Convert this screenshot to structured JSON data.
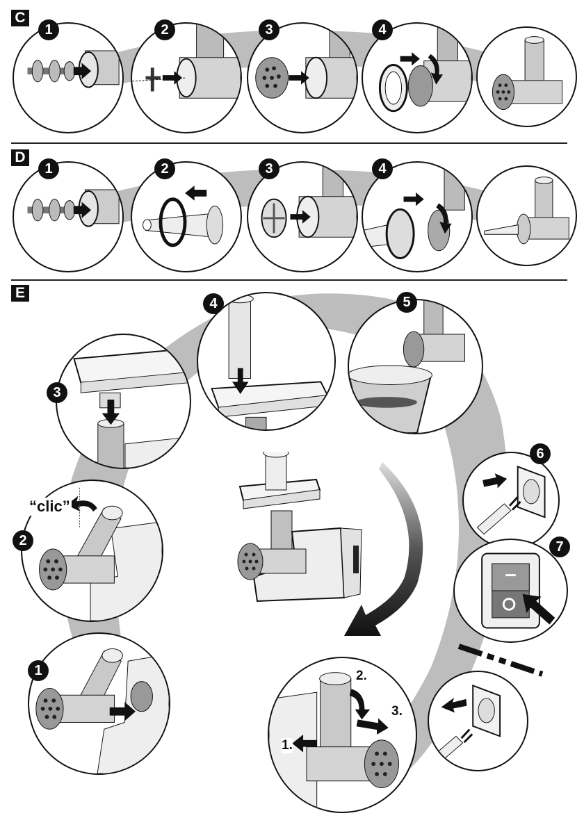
{
  "sections": [
    {
      "id": "C",
      "label": "C",
      "steps": [
        {
          "number": "1",
          "depicts": "insert feed screw into housing"
        },
        {
          "number": "2",
          "depicts": "fit cutting blade on screw shaft"
        },
        {
          "number": "3",
          "depicts": "fit perforated disc"
        },
        {
          "number": "4",
          "depicts": "screw on ring nut"
        },
        {
          "number": "",
          "depicts": "assembled mincer attachment"
        }
      ]
    },
    {
      "id": "D",
      "label": "D",
      "steps": [
        {
          "number": "1",
          "depicts": "insert feed screw into housing"
        },
        {
          "number": "2",
          "depicts": "slide ring nut onto sausage nozzle"
        },
        {
          "number": "3",
          "depicts": "insert spacer into housing"
        },
        {
          "number": "4",
          "depicts": "attach nozzle with ring nut"
        },
        {
          "number": "",
          "depicts": "assembled sausage attachment"
        }
      ]
    },
    {
      "id": "E",
      "label": "E",
      "steps": [
        {
          "number": "1",
          "depicts": "attach housing to motor unit"
        },
        {
          "number": "2",
          "depicts": "rotate housing upright",
          "sound_label": "“clic”"
        },
        {
          "number": "3",
          "depicts": "place filling tray on tube"
        },
        {
          "number": "4",
          "depicts": "insert pusher"
        },
        {
          "number": "5",
          "depicts": "place bowl under outlet"
        },
        {
          "number": "6",
          "depicts": "insert mains plug"
        },
        {
          "number": "7",
          "depicts": "switch on"
        },
        {
          "number": "",
          "depicts": "unplug mains plug"
        }
      ],
      "removal_steps": [
        "1.",
        "2.",
        "3."
      ],
      "center_image": "assembled meat mincer"
    }
  ],
  "switch": {
    "on_symbol": "—",
    "off_symbol": "O"
  },
  "colors": {
    "ink": "#111111",
    "band": "#bdbdbd",
    "paper": "#ffffff"
  }
}
